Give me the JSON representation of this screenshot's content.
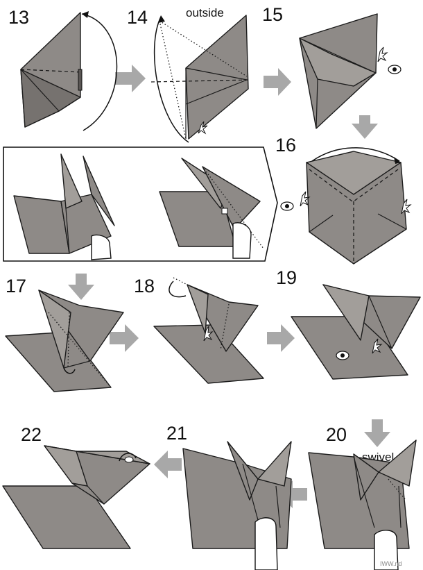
{
  "steps": {
    "s13": "13",
    "s14": "14",
    "s15": "15",
    "s16": "16",
    "s17": "17",
    "s18": "18",
    "s19": "19",
    "s20": "20",
    "s21": "21",
    "s22": "22"
  },
  "labels": {
    "outside_14": "outside",
    "outside_inset": "outside",
    "swivel": "swivel"
  },
  "watermark": "IWW.nd",
  "colors": {
    "paper": "#8e8a87",
    "flow_arrow": "#a8a8a8",
    "line": "#1b1b1b"
  }
}
